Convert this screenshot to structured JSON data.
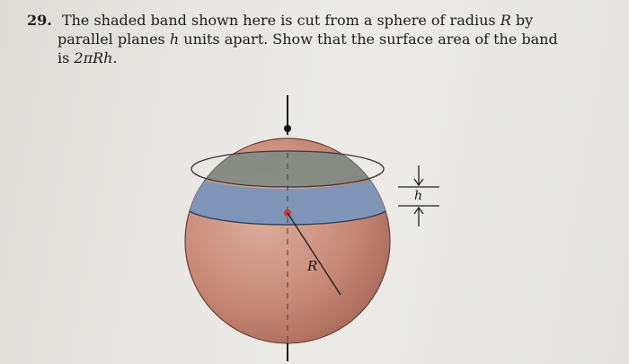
{
  "problem": {
    "number": "29.",
    "line1": "The shaded band shown here is cut from a sphere of radius",
    "line1_var": "R",
    "line1_end": "by",
    "line2_a": "parallel planes",
    "line2_var": "h",
    "line2_b": "units apart. Show that the surface area of the band",
    "line3_a": "is",
    "line3_math": "2πRh."
  },
  "figure": {
    "label_R": "R",
    "label_h": "h",
    "colors": {
      "sphere": "#c98a78",
      "band": "#7f95b8",
      "band_inner": "#7a8b85",
      "axis": "#1b1b1b"
    }
  }
}
